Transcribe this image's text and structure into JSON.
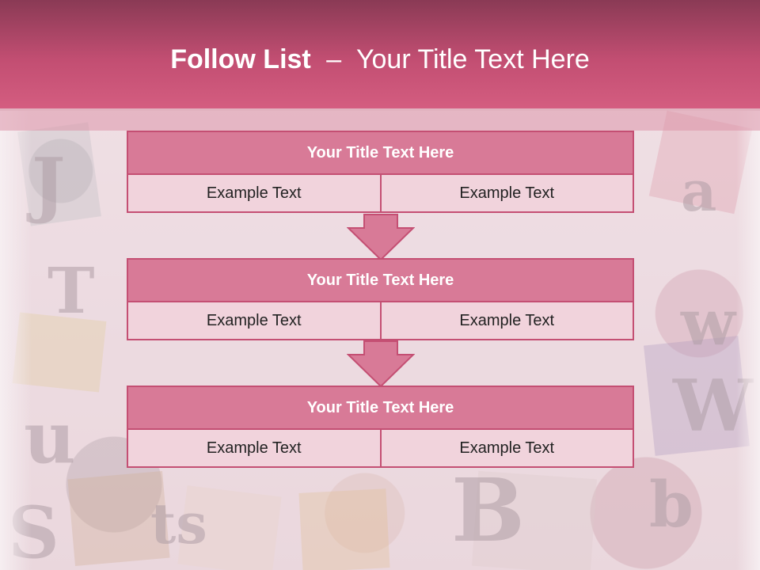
{
  "slide": {
    "title_bold": "Follow List",
    "title_dash": "–",
    "title_rest": "Your Title Text Here"
  },
  "blocks": [
    {
      "title": "Your Title Text Here",
      "cells": [
        "Example Text",
        "Example Text"
      ]
    },
    {
      "title": "Your Title Text Here",
      "cells": [
        "Example Text",
        "Example Text"
      ]
    },
    {
      "title": "Your Title Text Here",
      "cells": [
        "Example Text",
        "Example Text"
      ]
    }
  ],
  "colors": {
    "header_top": "#8a3a55",
    "header_bottom": "#d45d80",
    "block_title_bg": "#d87a97",
    "block_cell_bg": "#f1d3dc",
    "border": "#c44f73"
  }
}
